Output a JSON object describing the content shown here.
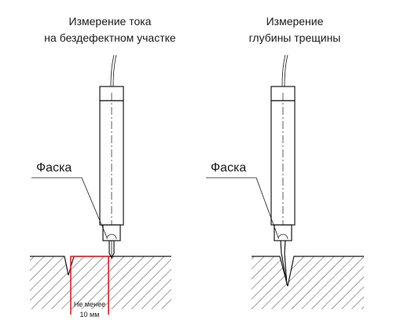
{
  "left_panel": {
    "title_line1": "Измерение тока",
    "title_line2": "на бездефектном участке",
    "callout": "Фаска",
    "note_line1": "Не менее",
    "note_line2": "10 мм"
  },
  "right_panel": {
    "title_line1": "Измерение",
    "title_line2": "глубины трещины",
    "callout": "Фаска"
  },
  "colors": {
    "lines": "#1a1a1a",
    "highlight": "#e0202a",
    "background": "#ffffff"
  }
}
